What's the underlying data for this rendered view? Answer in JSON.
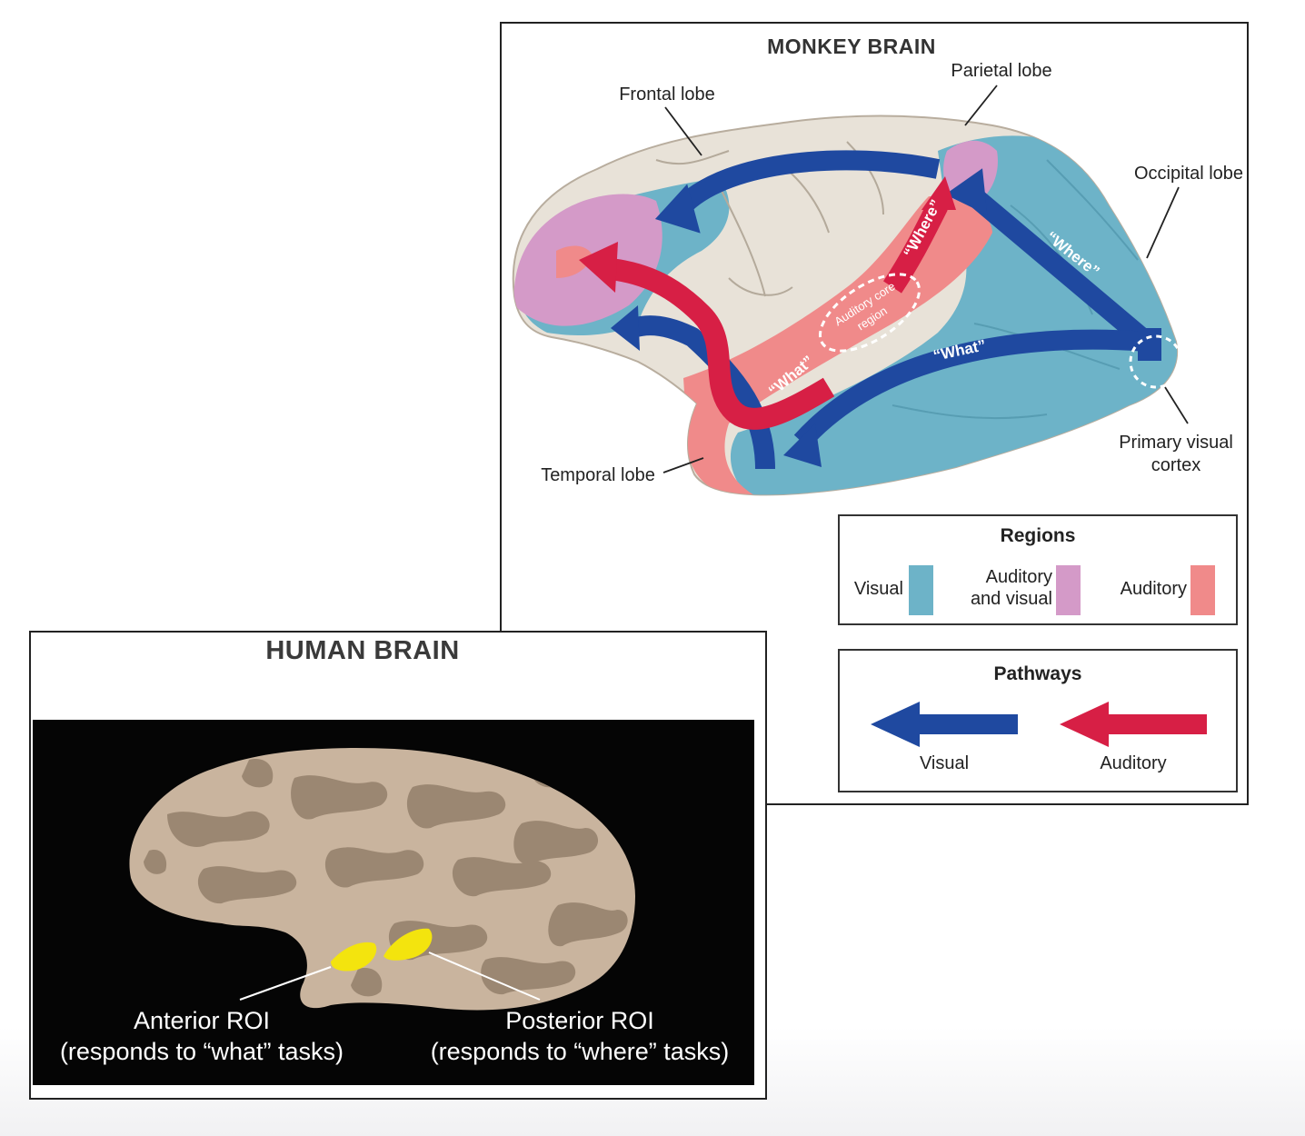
{
  "monkey": {
    "title": "MONKEY BRAIN",
    "labels": {
      "frontal": "Frontal lobe",
      "parietal": "Parietal lobe",
      "occipital": "Occipital lobe",
      "temporal": "Temporal lobe",
      "primary_visual_line1": "Primary visual",
      "primary_visual_line2": "cortex",
      "auditory_core_line1": "Auditory core",
      "auditory_core_line2": "region"
    },
    "arrow_labels": {
      "where_visual": "“Where”",
      "what_visual": "“What”",
      "where_auditory": "“Where”",
      "what_auditory": "“What”"
    },
    "legend_regions": {
      "title": "Regions",
      "visual": "Visual",
      "aud_vis_line1": "Auditory",
      "aud_vis_line2": "and visual",
      "auditory": "Auditory"
    },
    "legend_pathways": {
      "title": "Pathways",
      "visual": "Visual",
      "auditory": "Auditory"
    },
    "colors": {
      "visual": "#6db3c8",
      "auditory_visual": "#d49ac8",
      "auditory": "#f08a8a",
      "visual_pathway": "#1f49a0",
      "auditory_pathway": "#d71f45",
      "cortex": "#e8e2d8"
    }
  },
  "human": {
    "title": "HUMAN BRAIN",
    "anterior_line1": "Anterior ROI",
    "anterior_line2": "(responds to “what” tasks)",
    "posterior_line1": "Posterior ROI",
    "posterior_line2": "(responds to “where” tasks)",
    "colors": {
      "background": "#050505",
      "brain": "#c9b49e",
      "sulci": "#9b8772",
      "roi": "#f3e40e"
    }
  }
}
